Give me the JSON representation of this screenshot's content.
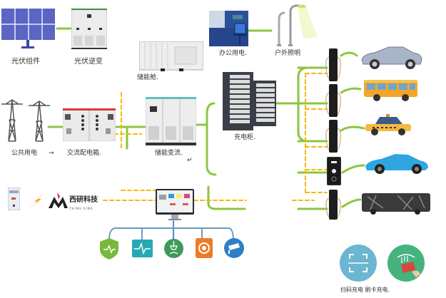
{
  "title": "储能充电系统架构",
  "colors": {
    "power_line": "#8cc63f",
    "data_line": "#f5b800",
    "monitor_line": "#4a8fc9"
  },
  "nodes": {
    "pv_module": {
      "label": "光伏组件",
      "icon": "solar-panel-icon"
    },
    "pv_inverter": {
      "label": "光伏逆变",
      "icon": "inverter-cabinet-icon"
    },
    "storage_cabin": {
      "label": "储能舱.",
      "icon": "container-icon"
    },
    "office_power": {
      "label": "办公用电.",
      "icon": "office-icon"
    },
    "outdoor_lighting": {
      "label": "户外照明",
      "icon": "street-light-icon"
    },
    "public_grid": {
      "label": "公共用电",
      "icon": "power-tower-icon",
      "arrow": "→"
    },
    "ac_distribution": {
      "label": "交流配电箱.",
      "icon": "distribution-cabinet-icon"
    },
    "storage_pcs": {
      "label": "储能变流.",
      "icon": "pcs-cabinet-icon",
      "return_mark": "↵"
    },
    "charging_cabinet": {
      "label": "充电柜.",
      "icon": "battery-rack-icon"
    },
    "monitoring_screen": {
      "label": "",
      "icon": "monitor-icon"
    }
  },
  "logo": {
    "name": "西研科技",
    "subtitle": "THING KING"
  },
  "vehicles": [
    {
      "name": "sports-car",
      "icon": "sports-car-icon"
    },
    {
      "name": "bus",
      "icon": "bus-icon"
    },
    {
      "name": "taxi",
      "icon": "taxi-icon"
    },
    {
      "name": "blue-car",
      "icon": "blue-car-icon"
    },
    {
      "name": "black-bus",
      "icon": "black-bus-icon"
    }
  ],
  "services": [
    {
      "name": "security",
      "icon": "shield-check-icon",
      "color": "#7bb83a"
    },
    {
      "name": "monitoring",
      "icon": "pulse-monitor-icon",
      "color": "#27a9b5"
    },
    {
      "name": "charging",
      "icon": "plug-icon",
      "color": "#3e9a5a"
    },
    {
      "name": "maintenance",
      "icon": "gear-service-icon",
      "color": "#f07a2a"
    },
    {
      "name": "camera",
      "icon": "cctv-camera-icon",
      "color": "#2e7fc7"
    }
  ],
  "payment": {
    "scan": {
      "icon": "qr-scan-icon",
      "color": "#6bb6d1"
    },
    "card": {
      "icon": "card-tap-icon",
      "color": "#46b37f"
    },
    "label": "扫码充电  刷卡充电."
  }
}
